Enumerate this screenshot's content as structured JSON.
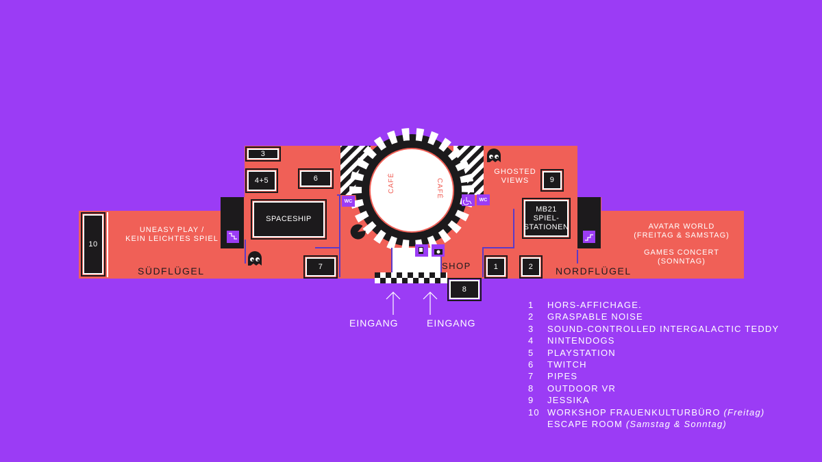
{
  "colors": {
    "background": "#9b3cf5",
    "floor": "#f06057",
    "booth": "#1c1a1c",
    "accent": "#9b3cf5"
  },
  "wings": {
    "south": "SÜDFLÜGEL",
    "north": "NORDFLÜGEL"
  },
  "areas": {
    "uneasy_play": [
      "UNEASY PLAY /",
      "KEIN LEICHTES SPIEL"
    ],
    "ghosted_views": [
      "GHOSTED",
      "VIEWS"
    ],
    "avatar_world": [
      "AVATAR WORLD",
      "(FREITAG & SAMSTAG)"
    ],
    "games_concert": [
      "GAMES CONCERT",
      "(SONNTAG)"
    ],
    "shop": "SHOP",
    "cafe": "CAFÉ"
  },
  "booths": {
    "b10": "10",
    "b3": "3",
    "b45": "4+5",
    "b6": "6",
    "spaceship": "SPACESHIP",
    "b9": "9",
    "mb21": [
      "MB21",
      "SPIEL-",
      "STATIONEN"
    ],
    "b7": "7",
    "b1": "1",
    "b2": "2",
    "b8": "8"
  },
  "wc_label": "WC",
  "entrances": [
    "EINGANG",
    "EINGANG"
  ],
  "legend": [
    {
      "num": "1",
      "label": "HORS-AFFICHAGE."
    },
    {
      "num": "2",
      "label": "GRASPABLE NOISE"
    },
    {
      "num": "3",
      "label": "SOUND-CONTROLLED INTERGALACTIC TEDDY"
    },
    {
      "num": "4",
      "label": "NINTENDOGS"
    },
    {
      "num": "5",
      "label": "PLAYSTATION"
    },
    {
      "num": "6",
      "label": "TWITCH"
    },
    {
      "num": "7",
      "label": "PIPES"
    },
    {
      "num": "8",
      "label": "OUTDOOR VR"
    },
    {
      "num": "9",
      "label": "JESSIKA"
    },
    {
      "num": "10",
      "label": "WORKSHOP FRAUENKULTURBÜRO",
      "note": "(Freitag)"
    },
    {
      "num": "",
      "label": "ESCAPE ROOM",
      "note": "(Samstag & Sonntag)"
    }
  ]
}
